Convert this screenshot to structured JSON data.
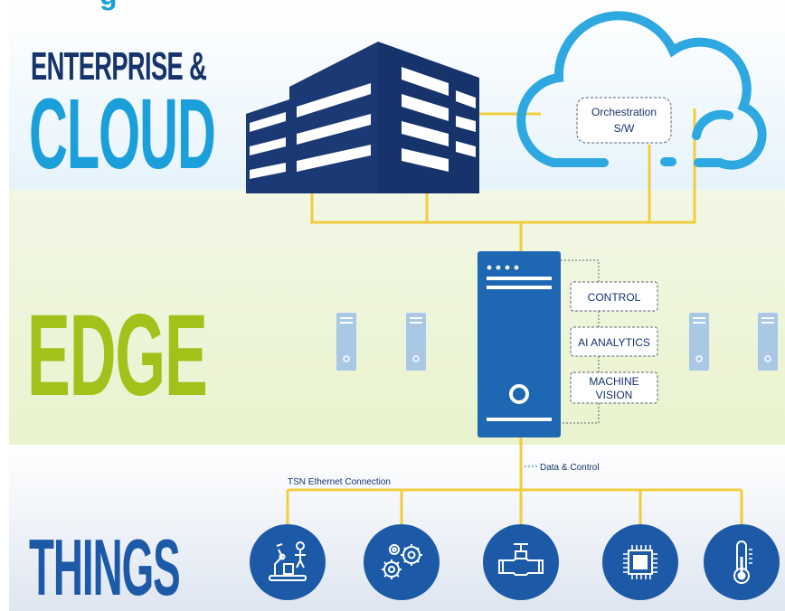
{
  "headings": {
    "top_fragment": "g",
    "enterprise": "ENTERPRISE &",
    "cloud": "CLOUD",
    "edge": "EDGE",
    "things": "THINGS"
  },
  "cloud_box": {
    "line1": "Orchestration",
    "line2": "S/W"
  },
  "edge_functions": [
    "CONTROL",
    "AI ANALYTICS"
  ],
  "machine_vision": {
    "line1": "MACHINE",
    "line2": "VISION"
  },
  "connections": {
    "data_control": "Data & Control",
    "tsn": "TSN Ethernet Connection"
  },
  "things_icons": [
    "robot-arm-icon",
    "gears-icon",
    "valve-icon",
    "chip-icon",
    "thermometer-icon"
  ],
  "colors": {
    "navy": "#16336b",
    "cloud_blue": "#1a9fdb",
    "edge_green": "#a0c21a",
    "things_blue": "#1c5aa8",
    "connector_yellow": "#f0cd3c",
    "server_blue": "#1d67b3"
  }
}
